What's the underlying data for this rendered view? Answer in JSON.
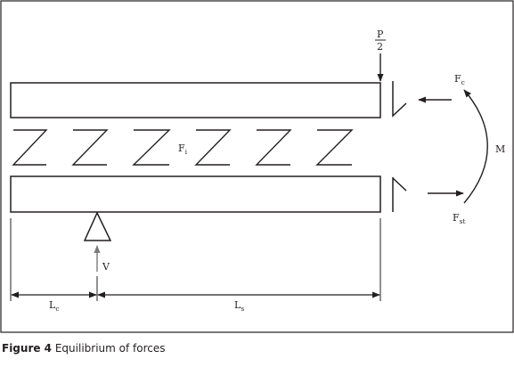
{
  "diagram": {
    "force_p_numerator": "P",
    "force_p_denominator": "2",
    "label_fc": {
      "main": "F",
      "sub": "c"
    },
    "label_fi": {
      "main": "F",
      "sub": "i"
    },
    "label_fst": {
      "main": "F",
      "sub": "st"
    },
    "label_m": "M",
    "label_v": "V",
    "label_lc": {
      "main": "L",
      "sub": "c"
    },
    "label_ls": {
      "main": "L",
      "sub": "s"
    }
  },
  "caption": {
    "number": "Figure 4",
    "text": " Equilibrium of forces"
  }
}
